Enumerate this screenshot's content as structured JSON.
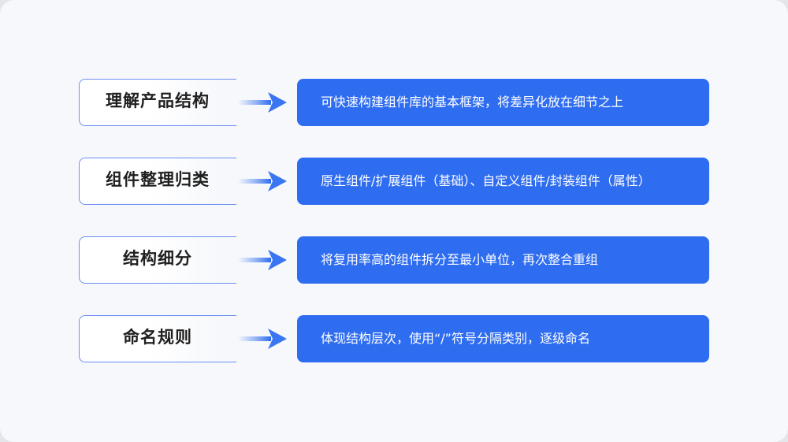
{
  "rows": [
    {
      "label": "理解产品结构",
      "description": "可快速构建组件库的基本框架，将差异化放在细节之上"
    },
    {
      "label": "组件整理归类",
      "description": "原生组件/扩展组件（基础）、自定义组件/封装组件（属性）"
    },
    {
      "label": "结构细分",
      "description": "将复用率高的组件拆分至最小单位，再次整合重组"
    },
    {
      "label": "命名规则",
      "description": "体现结构层次，使用“/”符号分隔类别，逐级命名"
    }
  ],
  "colors": {
    "accent": "#2f6df0",
    "label_border": "#6f8ff5",
    "background": "#f6f8fb"
  },
  "icons": {
    "arrow": "arrow-right-icon"
  }
}
